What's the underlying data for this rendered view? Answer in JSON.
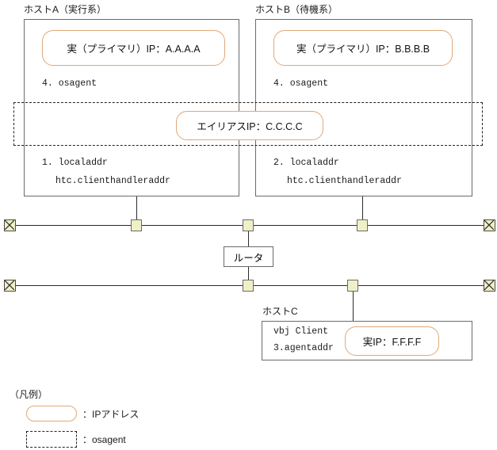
{
  "diagram": {
    "hosts": [
      {
        "title": "ホストA（実行系）",
        "primary_ip": "実（プライマリ）IP：A.A.A.A",
        "osagent_label": "4. osagent",
        "lines": [
          "1. localaddr",
          "htc.clienthandleraddr"
        ]
      },
      {
        "title": "ホストB（待機系）",
        "primary_ip": "実（プライマリ）IP：B.B.B.B",
        "osagent_label": "4. osagent",
        "lines": [
          "2. localaddr",
          "htc.clienthandleraddr"
        ]
      }
    ],
    "alias_ip": "エイリアスIP：C.C.C.C",
    "router_label": "ルータ",
    "host_c": {
      "title": "ホストC",
      "lines": [
        "vbj Client",
        "3.agentaddr"
      ],
      "real_ip": "実IP：F.F.F.F"
    },
    "legend": {
      "heading": "（凡例）",
      "items": [
        {
          "shape": "rounded-pill",
          "text": "：IPアドレス"
        },
        {
          "shape": "dashed-rect",
          "text": "：osagent"
        }
      ]
    },
    "colors": {
      "pill_border": "#e0a878",
      "box_border": "#6b6b6b",
      "line": "#2b2b2b",
      "connector_fill": "#f0f0c8",
      "dashed": "#222222"
    }
  }
}
